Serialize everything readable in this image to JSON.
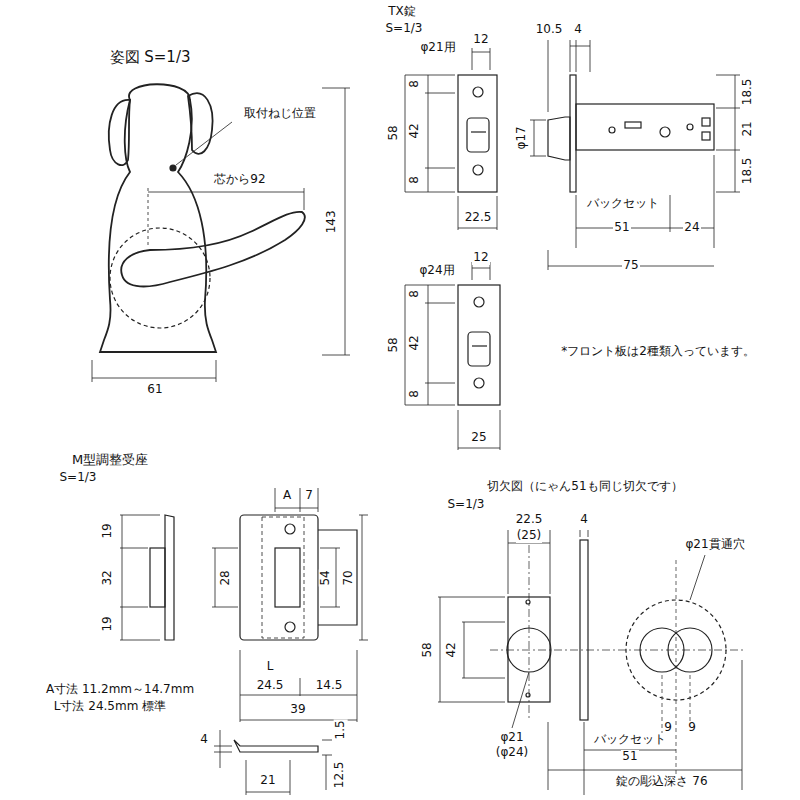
{
  "diagram": {
    "labels": [
      "姿図 S=1/3",
      "取付ねじ位置",
      "芯から92",
      "143",
      "61",
      "TX錠",
      "S=1/3",
      "12",
      "10.5",
      "4",
      "φ21用",
      "8",
      "42",
      "8",
      "58",
      "φ17",
      "18.5",
      "21",
      "18.5",
      "22.5",
      "バックセット",
      "51",
      "24",
      "75",
      "12",
      "φ24用",
      "8",
      "42",
      "8",
      "58",
      "25",
      "*フロント板は2種類入っています。",
      "M型調整受座",
      "S=1/3",
      "A",
      "7",
      "19",
      "32",
      "19",
      "28",
      "54",
      "70",
      "L",
      "24.5",
      "14.5",
      "39",
      "A寸法 11.2mm～14.7mm",
      "L寸法 24.5mm 標準",
      "4",
      "1.5",
      "12.5",
      "21",
      "切欠図（にゃん51も同じ切欠です）",
      "S=1/3",
      "22.5",
      "(25)",
      "4",
      "φ21貫通穴",
      "58",
      "42",
      "φ21",
      "(φ24)",
      "9",
      "9",
      "バックセット",
      "51",
      "錠の彫込深さ 76"
    ]
  }
}
